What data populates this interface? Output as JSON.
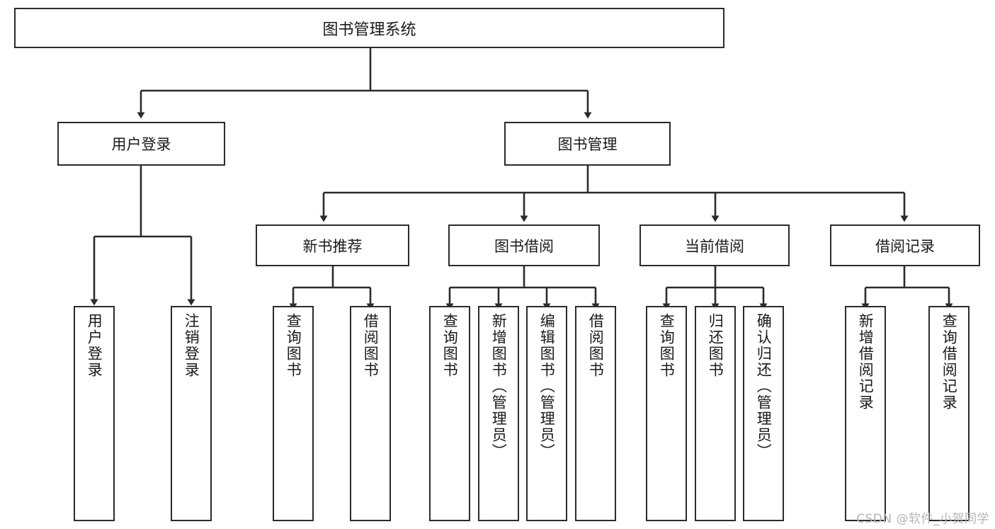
{
  "diagram": {
    "title": "图书管理系统",
    "type": "tree-hierarchy-functional-structure",
    "watermark": "CSDN @软件_小贺同学",
    "colors": {
      "box_border": "#2b2b2b",
      "box_fill": "#ffffff",
      "connector": "#2b2b2b",
      "text": "#1a1a1a",
      "watermark": "#b4b4b4",
      "background": "#ffffff"
    },
    "root": {
      "label": "图书管理系统"
    },
    "level1": [
      {
        "id": "user-login",
        "label": "用户登录"
      },
      {
        "id": "book-manage",
        "label": "图书管理"
      }
    ],
    "level2": [
      {
        "id": "new-book-recommend",
        "label": "新书推荐",
        "parent": "book-manage"
      },
      {
        "id": "book-borrow",
        "label": "图书借阅",
        "parent": "book-manage"
      },
      {
        "id": "current-borrow",
        "label": "当前借阅",
        "parent": "book-manage"
      },
      {
        "id": "borrow-record",
        "label": "借阅记录",
        "parent": "book-manage"
      }
    ],
    "leaves": {
      "user-login": [
        {
          "id": "leaf-user-login",
          "label": "用户登录"
        },
        {
          "id": "leaf-user-logout",
          "label": "注销登录"
        }
      ],
      "new-book-recommend": [
        {
          "id": "leaf-query-book-1",
          "label": "查询图书"
        },
        {
          "id": "leaf-borrow-book-1",
          "label": "借阅图书"
        }
      ],
      "book-borrow": [
        {
          "id": "leaf-query-book-2",
          "label": "查询图书"
        },
        {
          "id": "leaf-add-book",
          "label": "新增图书（管理员）"
        },
        {
          "id": "leaf-edit-book",
          "label": "编辑图书（管理员）"
        },
        {
          "id": "leaf-borrow-book-2",
          "label": "借阅图书"
        }
      ],
      "current-borrow": [
        {
          "id": "leaf-query-book-3",
          "label": "查询图书"
        },
        {
          "id": "leaf-return-book",
          "label": "归还图书"
        },
        {
          "id": "leaf-confirm-return",
          "label": "确认归还（管理员）"
        }
      ],
      "borrow-record": [
        {
          "id": "leaf-add-record",
          "label": "新增借阅记录"
        },
        {
          "id": "leaf-query-record",
          "label": "查询借阅记录"
        }
      ]
    }
  }
}
